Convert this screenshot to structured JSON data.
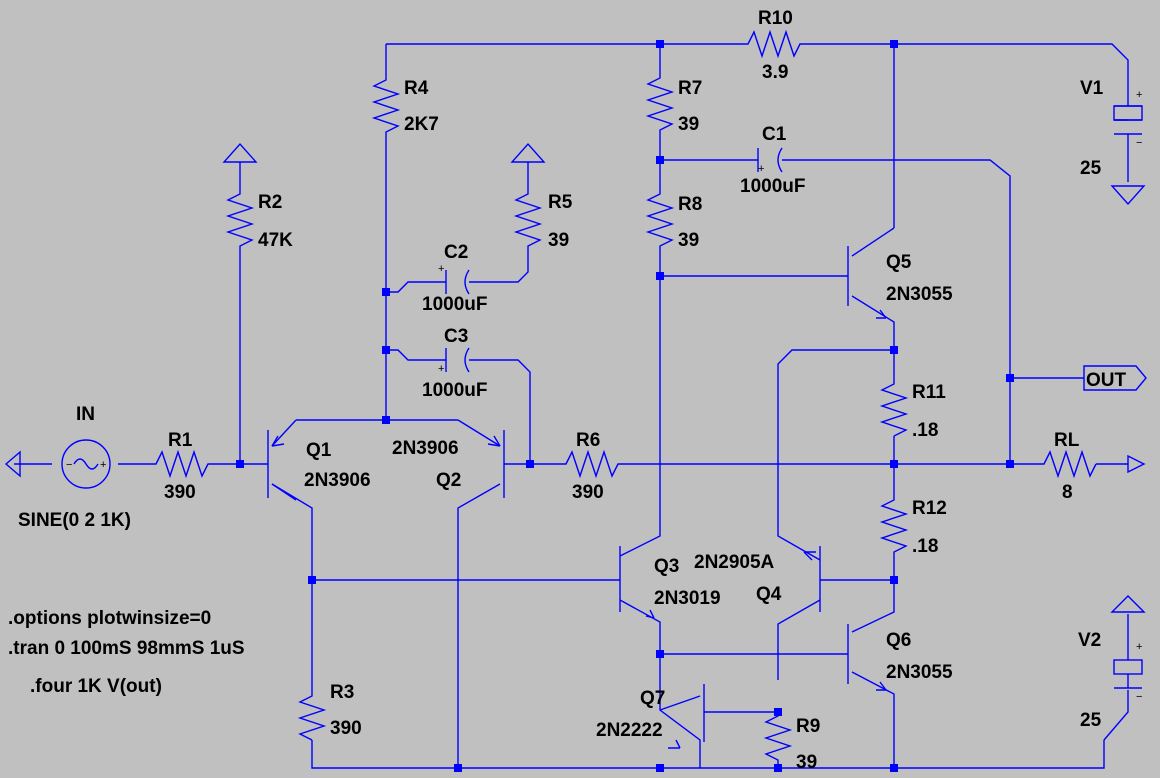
{
  "components": {
    "R1": {
      "ref": "R1",
      "value": "390"
    },
    "R2": {
      "ref": "R2",
      "value": "47K"
    },
    "R3": {
      "ref": "R3",
      "value": "390"
    },
    "R4": {
      "ref": "R4",
      "value": "2K7"
    },
    "R5": {
      "ref": "R5",
      "value": "39"
    },
    "R6": {
      "ref": "R6",
      "value": "390"
    },
    "R7": {
      "ref": "R7",
      "value": "39"
    },
    "R8": {
      "ref": "R8",
      "value": "39"
    },
    "R9": {
      "ref": "R9",
      "value": "39"
    },
    "R10": {
      "ref": "R10",
      "value": "3.9"
    },
    "R11": {
      "ref": "R11",
      "value": ".18"
    },
    "R12": {
      "ref": "R12",
      "value": ".18"
    },
    "RL": {
      "ref": "RL",
      "value": "8"
    },
    "C1": {
      "ref": "C1",
      "value": "1000uF"
    },
    "C2": {
      "ref": "C2",
      "value": "1000uF"
    },
    "C3": {
      "ref": "C3",
      "value": "1000uF"
    },
    "Q1": {
      "ref": "Q1",
      "value": "2N3906"
    },
    "Q2": {
      "ref": "Q2",
      "value": "2N3906"
    },
    "Q3": {
      "ref": "Q3",
      "value": "2N3019"
    },
    "Q4": {
      "ref": "Q4",
      "value": "2N2905A"
    },
    "Q5": {
      "ref": "Q5",
      "value": "2N3055"
    },
    "Q6": {
      "ref": "Q6",
      "value": "2N3055"
    },
    "Q7": {
      "ref": "Q7",
      "value": "2N2222"
    },
    "V1": {
      "ref": "V1",
      "value": "25"
    },
    "V2": {
      "ref": "V2",
      "value": "25"
    },
    "IN": {
      "ref": "IN",
      "value": "SINE(0 2 1K)"
    }
  },
  "net_labels": {
    "out": "OUT"
  },
  "directives": [
    ".options plotwinsize=0",
    ".tran 0 100mS 98mmS 1uS",
    ".four 1K V(out)"
  ],
  "pin_signs": {
    "plus": "+",
    "minus": "−"
  },
  "colors": {
    "wire": "#0000ff",
    "background": "#c0c0c0",
    "text": "#000000"
  }
}
